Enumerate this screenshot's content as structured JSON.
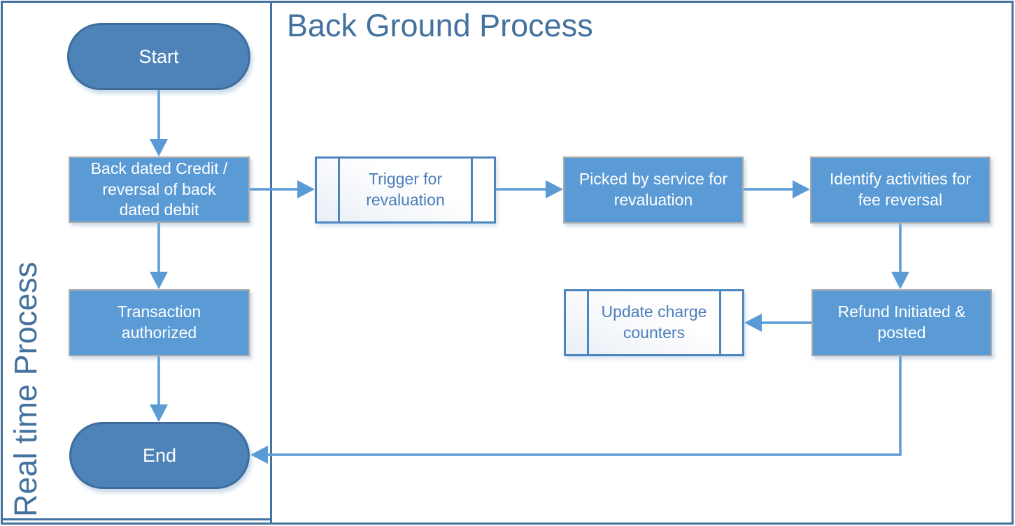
{
  "lanes": {
    "background": {
      "title": "Back Ground Process"
    },
    "realtime": {
      "title": "Real time Process"
    }
  },
  "nodes": {
    "start": {
      "type": "terminator",
      "label": "Start"
    },
    "backdated": {
      "type": "process",
      "label": "Back dated Credit /\nreversal of back\ndated debit"
    },
    "transaction": {
      "type": "process",
      "label": "Transaction\nauthorized"
    },
    "end": {
      "type": "terminator",
      "label": "End"
    },
    "trigger": {
      "type": "predefined-process",
      "label": "Trigger for\nrevaluation"
    },
    "picked": {
      "type": "process",
      "label": "Picked by service for\nrevaluation"
    },
    "identify": {
      "type": "process",
      "label": "Identify activities for\nfee reversal"
    },
    "refund": {
      "type": "process",
      "label": "Refund Initiated &\nposted"
    },
    "update": {
      "type": "predefined-process",
      "label": "Update charge\ncounters"
    }
  },
  "edges": [
    {
      "from": "start",
      "to": "backdated"
    },
    {
      "from": "backdated",
      "to": "trigger"
    },
    {
      "from": "trigger",
      "to": "picked"
    },
    {
      "from": "picked",
      "to": "identify"
    },
    {
      "from": "identify",
      "to": "refund"
    },
    {
      "from": "refund",
      "to": "update"
    },
    {
      "from": "backdated",
      "to": "transaction"
    },
    {
      "from": "transaction",
      "to": "end"
    },
    {
      "from": "refund",
      "to": "end"
    }
  ],
  "colors": {
    "process_fill": "#5B9BD5",
    "process_border": "#ACACAC",
    "terminator_fill": "#4D83B9",
    "terminator_border": "#3E6D9C",
    "subprocess_border": "#4B86C2",
    "subprocess_text": "#4A7EBB",
    "arrow": "#5B9BD5",
    "lane_line": "#41719C",
    "title_text": "#44729E",
    "node_text": "#FFFFFF"
  }
}
